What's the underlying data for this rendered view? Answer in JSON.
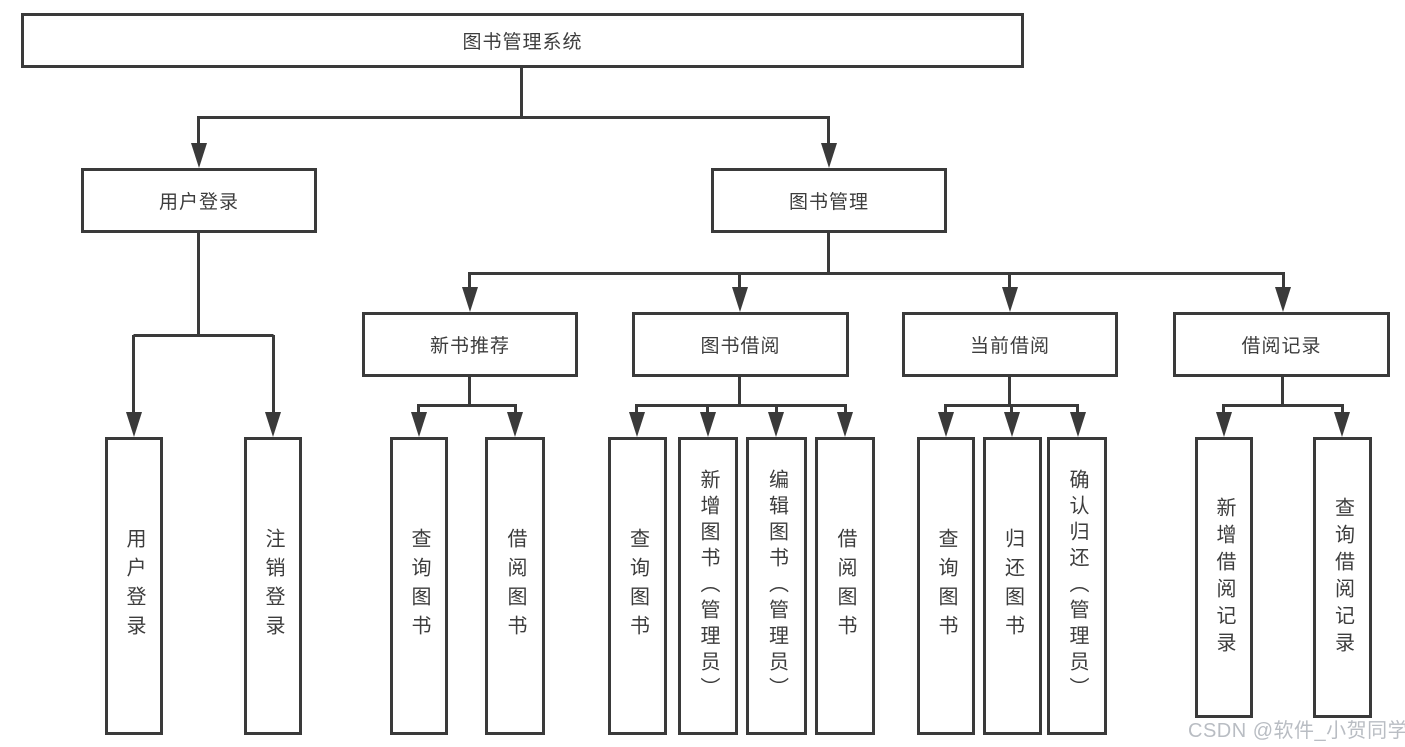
{
  "diagram": {
    "root": {
      "label": "图书管理系统"
    },
    "level2": [
      {
        "label": "用户登录"
      },
      {
        "label": "图书管理"
      }
    ],
    "level3": [
      {
        "label": "新书推荐"
      },
      {
        "label": "图书借阅"
      },
      {
        "label": "当前借阅"
      },
      {
        "label": "借阅记录"
      }
    ],
    "leaves": {
      "login": [
        "用户登录",
        "注销登录"
      ],
      "new_books": [
        "查询图书",
        "借阅图书"
      ],
      "borrow": [
        "查询图书",
        "新增图书（管理员）",
        "编辑图书（管理员）",
        "借阅图书"
      ],
      "current": [
        "查询图书",
        "归还图书",
        "确认归还（管理员）"
      ],
      "records": [
        "新增借阅记录",
        "查询借阅记录"
      ]
    }
  },
  "watermark": {
    "text": "CSDN @软件_小贺同学"
  },
  "colors": {
    "line": "#3a3a3a",
    "text": "#3d3d3d",
    "background": "#ffffff",
    "watermark": "#b9bdc3"
  }
}
